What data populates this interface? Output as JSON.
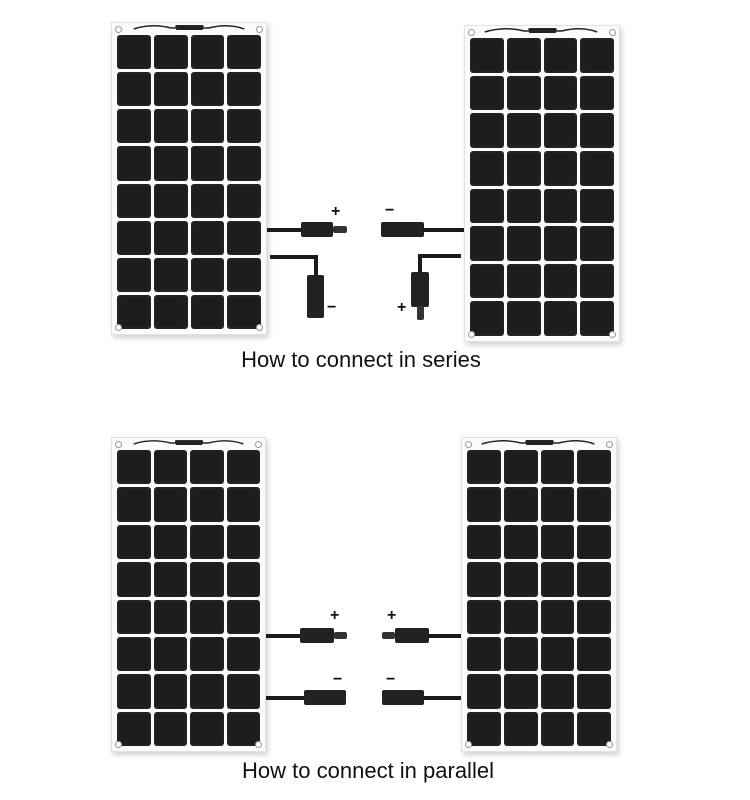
{
  "series": {
    "caption": "How to connect in series",
    "left_panel": {
      "cells_cols": 4,
      "cells_rows": 8,
      "connector_top_sign": "+",
      "connector_bottom_sign": "−"
    },
    "right_panel": {
      "cells_cols": 4,
      "cells_rows": 8,
      "connector_top_sign": "−",
      "connector_bottom_sign": "+"
    }
  },
  "parallel": {
    "caption": "How to connect in parallel",
    "left_panel": {
      "cells_cols": 4,
      "cells_rows": 8,
      "connector_top_sign": "+",
      "connector_bottom_sign": "−"
    },
    "right_panel": {
      "cells_cols": 4,
      "cells_rows": 8,
      "connector_top_sign": "+",
      "connector_bottom_sign": "−"
    }
  },
  "colors": {
    "cell": "#1d1d1d",
    "frame": "#fbfbfb",
    "cable": "#1a1a1a",
    "text": "#111111"
  }
}
